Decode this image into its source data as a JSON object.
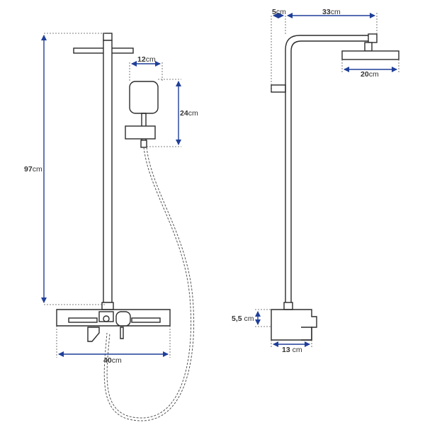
{
  "dimensions": {
    "height": {
      "value": "97",
      "unit": "cm"
    },
    "handshower_width": {
      "value": "12",
      "unit": "cm"
    },
    "handshower_height": {
      "value": "24",
      "unit": "cm"
    },
    "base_width": {
      "value": "40",
      "unit": "cm"
    },
    "wall_offset": {
      "value": "5",
      "unit": "cm"
    },
    "arm_length": {
      "value": "33",
      "unit": "cm"
    },
    "head_diameter": {
      "value": "20",
      "unit": "cm"
    },
    "mixer_height": {
      "value": "5,5",
      "unit": " cm"
    },
    "mixer_depth": {
      "value": "13",
      "unit": " cm"
    }
  },
  "colors": {
    "arrow": "#1f3f99",
    "line": "#2b2b2b"
  }
}
